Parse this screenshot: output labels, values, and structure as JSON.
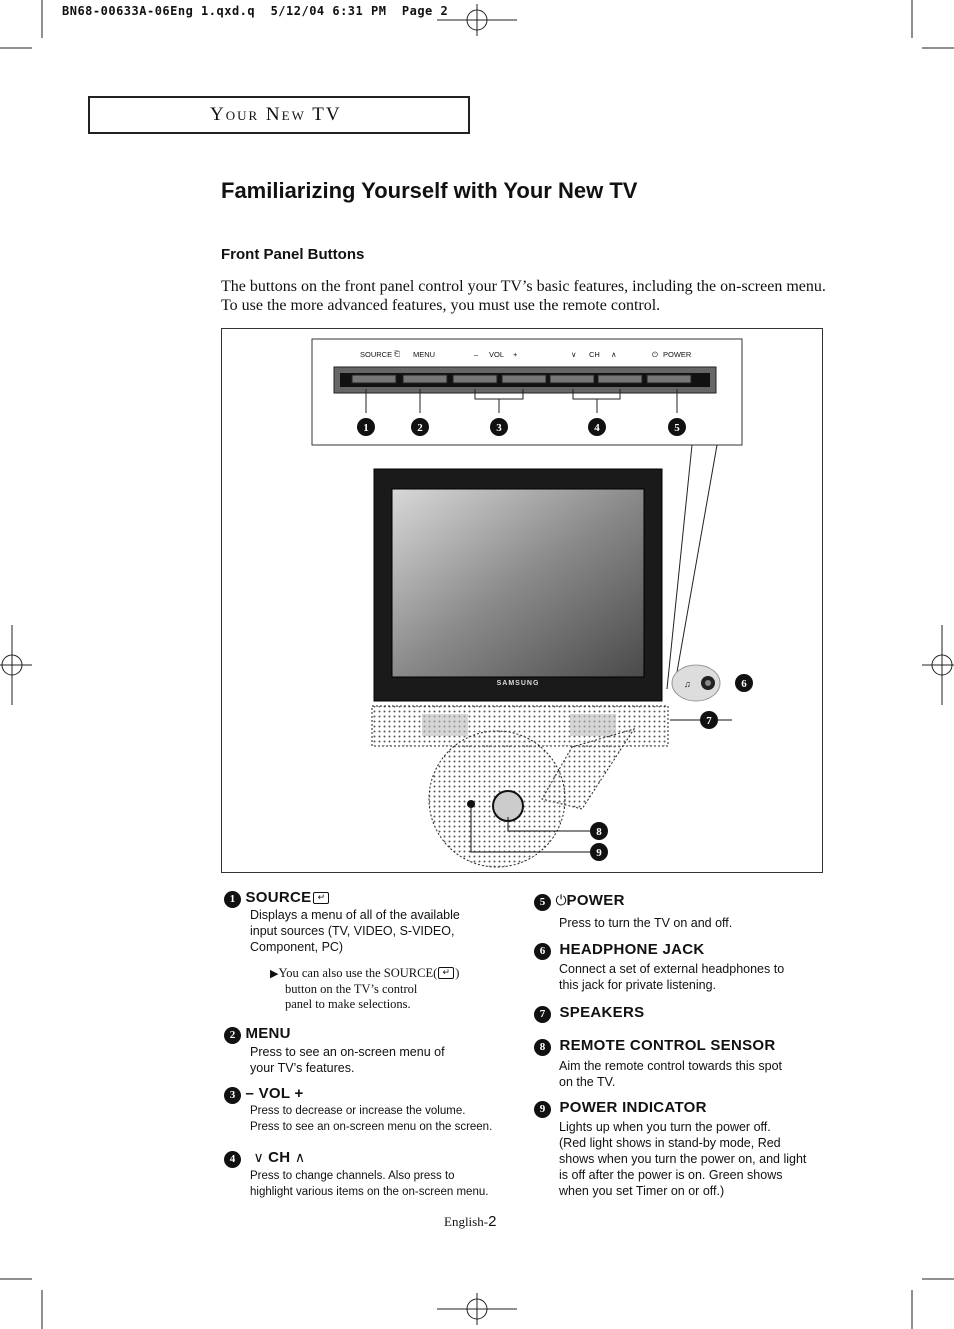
{
  "slug": "BN68-00633A-06Eng 1.qxd.q  5/12/04 6:31 PM  Page 2",
  "section_tab": "Your New TV",
  "title": "Familiarizing Yourself with Your New TV",
  "subtitle": "Front Panel Buttons",
  "intro": "The buttons on the front panel control your TV’s basic features, including the on-screen menu. To use the more advanced features, you must use the remote control.",
  "figure": {
    "panel_labels": [
      "SOURCE",
      "MENU",
      "–",
      "VOL",
      "+",
      "CH",
      "POWER"
    ],
    "brand": "SAMSUNG",
    "callout_numbers": [
      "1",
      "2",
      "3",
      "4",
      "5",
      "6",
      "7",
      "8",
      "9"
    ]
  },
  "items": [
    {
      "num": "1",
      "title": "SOURCE",
      "desc": [
        "Displays a menu of all of the available",
        "input sources (TV, VIDEO, S-VIDEO,",
        "Component, PC)"
      ],
      "note": [
        "You can also use the SOURCE(",
        ")",
        "button on the TV’s control",
        "panel to make selections."
      ]
    },
    {
      "num": "2",
      "title": "MENU",
      "desc": [
        "Press to see an on-screen menu of",
        "your TV’s features."
      ]
    },
    {
      "num": "3",
      "title": "– VOL +",
      "desc": [
        "Press to decrease or increase the volume.",
        "Press to see an on-screen menu on the screen."
      ]
    },
    {
      "num": "4",
      "title": "CH",
      "desc": [
        "Press to change channels. Also press to",
        "highlight various items on the on-screen menu."
      ]
    },
    {
      "num": "5",
      "title": "POWER",
      "desc": [
        "Press to turn the TV on and off."
      ]
    },
    {
      "num": "6",
      "title": "HEADPHONE JACK",
      "desc": [
        "Connect a set of external headphones to",
        "this jack for private listening."
      ]
    },
    {
      "num": "7",
      "title": "SPEAKERS",
      "desc": []
    },
    {
      "num": "8",
      "title": "REMOTE CONTROL SENSOR",
      "desc": [
        "Aim the remote control towards this spot",
        "on the TV."
      ]
    },
    {
      "num": "9",
      "title": "POWER INDICATOR",
      "desc": [
        "Lights up when you turn the power off.",
        "(Red light shows in stand-by mode, Red",
        "shows when you turn the power on, and light",
        "is off after the power is on. Green shows",
        "when you set Timer on or off.)"
      ]
    }
  ],
  "footer": {
    "label": "English-",
    "page": "2"
  }
}
